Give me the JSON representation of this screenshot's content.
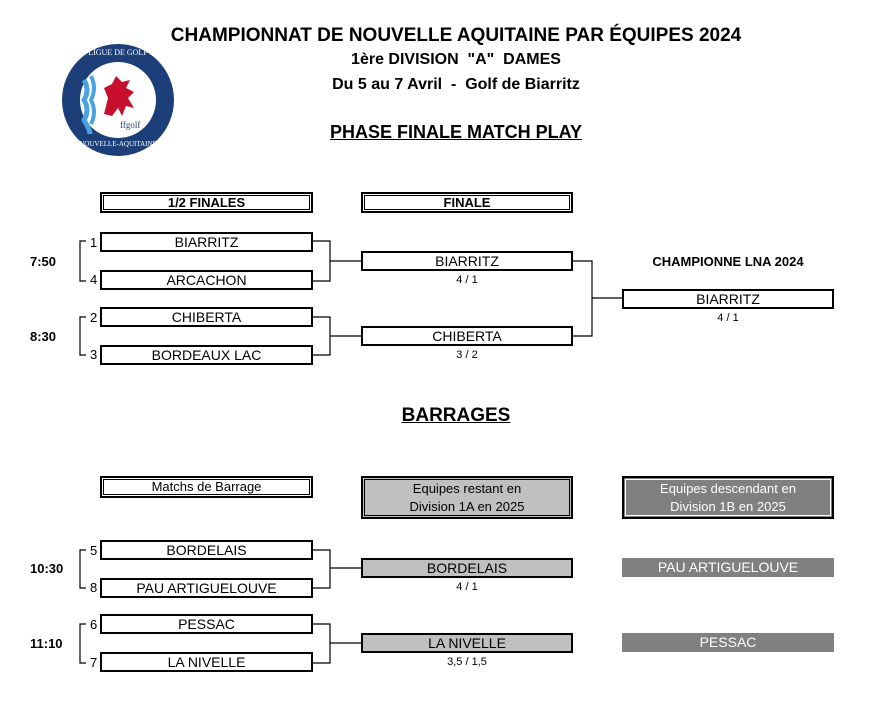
{
  "header": {
    "title": "CHAMPIONNAT DE NOUVELLE AQUITAINE PAR ÉQUIPES 2024",
    "division": "1ère DIVISION  \"A\"  DAMES",
    "dates": "Du 5 au 7 Avril  -  Golf de Biarritz"
  },
  "logo": {
    "top_text": "LIGUE DE GOLF",
    "bottom_text": "NOUVELLE-AQUITAINE",
    "brand": "ffgolf",
    "colors": {
      "ring": "#1c3f7a",
      "inner": "#ffffff",
      "lion": "#c8102e",
      "waves": "#4aa3df"
    }
  },
  "phase_finale": {
    "title": "PHASE FINALE MATCH PLAY",
    "col_semis": "1/2 FINALES",
    "col_final": "FINALE",
    "champion_label": "CHAMPIONNE LNA 2024",
    "semis": [
      {
        "time": "7:50",
        "team_a": {
          "seed": "1",
          "name": "BIARRITZ"
        },
        "team_b": {
          "seed": "4",
          "name": "ARCACHON"
        },
        "winner": "BIARRITZ",
        "score": "4 / 1"
      },
      {
        "time": "8:30",
        "team_a": {
          "seed": "2",
          "name": "CHIBERTA"
        },
        "team_b": {
          "seed": "3",
          "name": "BORDEAUX LAC"
        },
        "winner": "CHIBERTA",
        "score": "3 / 2"
      }
    ],
    "champion": {
      "name": "BIARRITZ",
      "score": "4 / 1"
    }
  },
  "barrages": {
    "title": "BARRAGES",
    "col_matches": "Matchs de Barrage",
    "col_staying_line1": "Equipes restant en",
    "col_staying_line2": "Division 1A en 2025",
    "col_relegated_line1": "Equipes descendant en",
    "col_relegated_line2": "Division 1B en 2025",
    "matches": [
      {
        "time": "10:30",
        "team_a": {
          "seed": "5",
          "name": "BORDELAIS"
        },
        "team_b": {
          "seed": "8",
          "name": "PAU ARTIGUELOUVE"
        },
        "winner": "BORDELAIS",
        "score": "4 / 1",
        "relegated": "PAU ARTIGUELOUVE"
      },
      {
        "time": "11:10",
        "team_a": {
          "seed": "6",
          "name": "PESSAC"
        },
        "team_b": {
          "seed": "7",
          "name": "LA NIVELLE"
        },
        "winner": "LA NIVELLE",
        "score": "3,5 / 1,5",
        "relegated": "PESSAC"
      }
    ],
    "colors": {
      "staying_bg": "#c0c0c0",
      "relegated_bg": "#808080",
      "relegated_text": "#ffffff"
    }
  }
}
